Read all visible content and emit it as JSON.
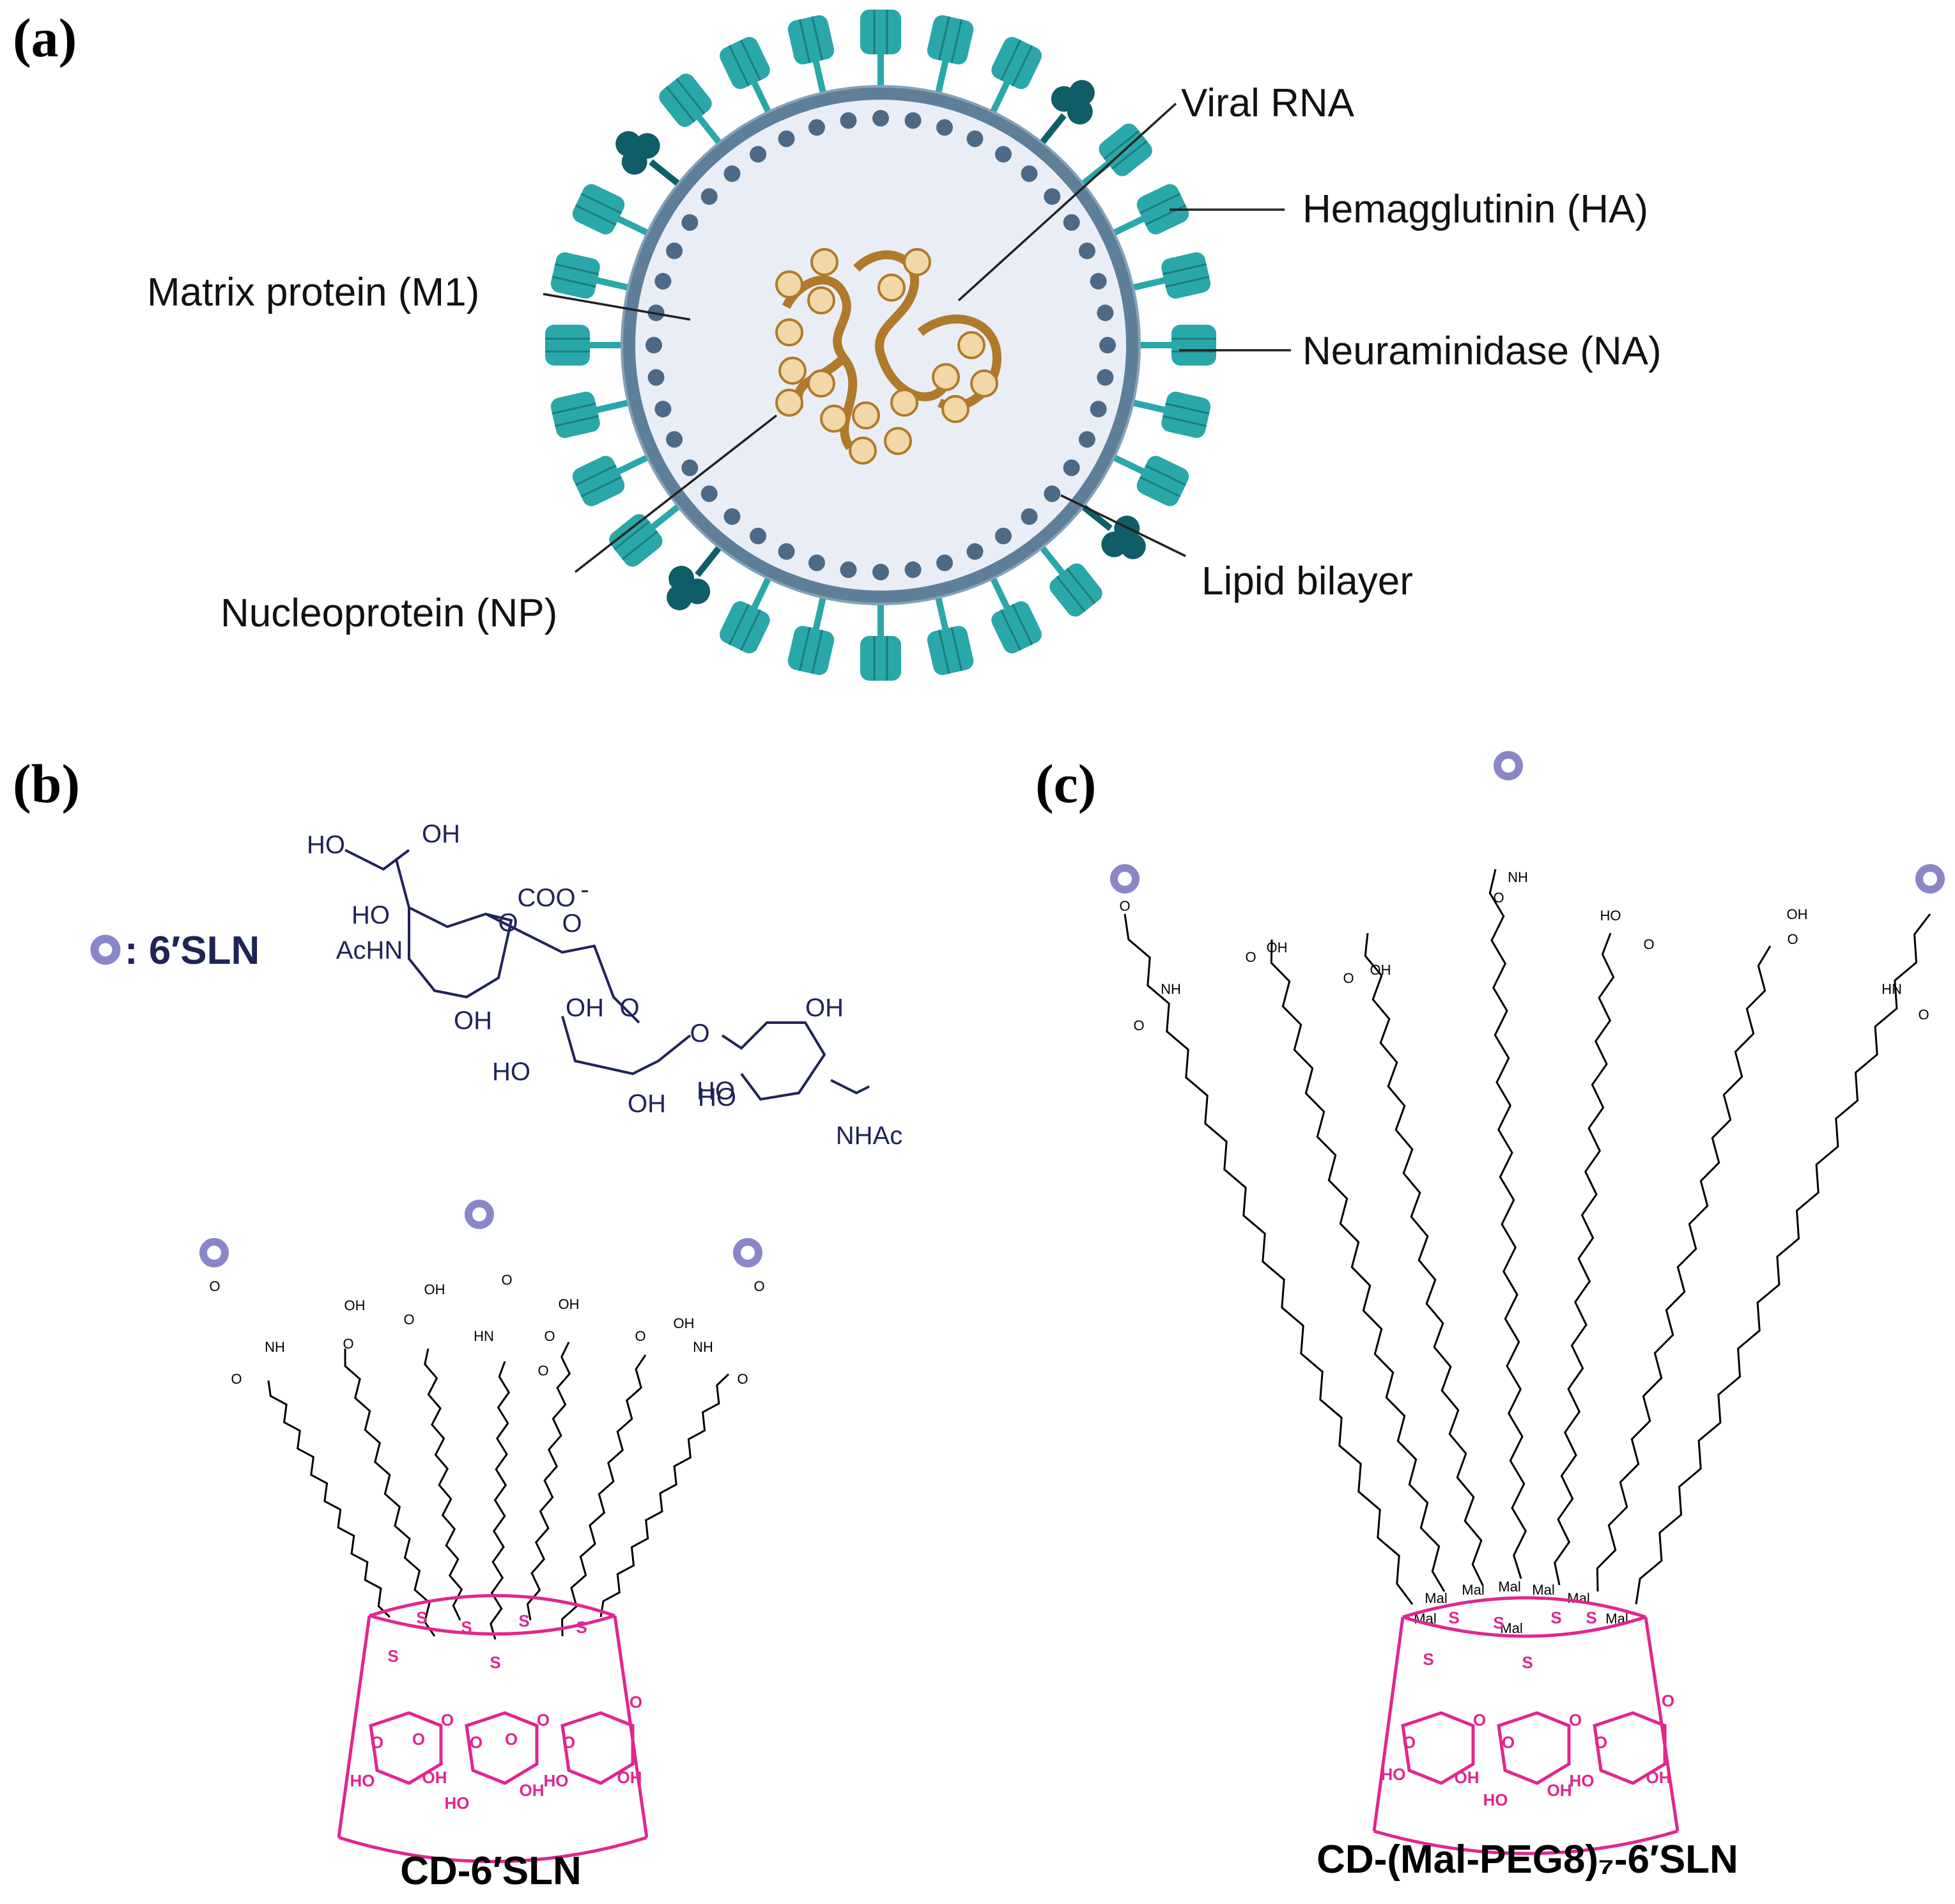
{
  "panels": {
    "a": {
      "letter": "(a)"
    },
    "b": {
      "letter": "(b)"
    },
    "c": {
      "letter": "(c)"
    }
  },
  "virus": {
    "labels": {
      "viral_rna": "Viral RNA",
      "hemagglutinin": "Hemagglutinin (HA)",
      "matrix": "Matrix protein (M1)",
      "neuraminidase": "Neuraminidase (NA)",
      "lipid": "Lipid bilayer",
      "nucleoprotein": "Nucleoprotein (NP)"
    },
    "colors": {
      "ha": "#2aa7a9",
      "na": "#0f5d66",
      "membrane": "#5f7f99",
      "dots": "#4c6a86",
      "interior": "#e9eef6",
      "rna": "#b07a2a",
      "np": "#f2d8a6"
    }
  },
  "key": {
    "symbol_label": ": 6′SLN",
    "symbol_color": "#8b86c9"
  },
  "sln_structure": {
    "labels": [
      "HO",
      "OH",
      "COO",
      "HO",
      "O",
      "AcHN",
      "O",
      "OH",
      "OH",
      "O",
      "OH",
      "HO",
      "O",
      "O",
      "O",
      "HO",
      "OH",
      "HO",
      "NHAc"
    ],
    "charge": "-"
  },
  "cd_6sln": {
    "caption": "CD-6′SLN",
    "chain_labels": [
      "O",
      "NH",
      "O",
      "OH",
      "O",
      "OH",
      "O",
      "O",
      "HN",
      "O",
      "OH",
      "O",
      "OH",
      "O",
      "O",
      "NH",
      "O"
    ],
    "ring_labels": [
      "S",
      "S",
      "S",
      "S",
      "S",
      "S",
      "O",
      "O",
      "O",
      "O",
      "O",
      "O",
      "O",
      "O",
      "HO",
      "OH",
      "HO",
      "OH",
      "HO",
      "OH"
    ]
  },
  "cd_mal_peg8": {
    "caption": "CD-(Mal-PEG8)₇-6′SLN",
    "linker_label": "Mal",
    "chain_labels": [
      "O",
      "NH",
      "O",
      "OH",
      "O",
      "OH",
      "O",
      "NH",
      "O",
      "HO",
      "O",
      "O",
      "OH",
      "HN",
      "O"
    ],
    "ring_labels": [
      "S",
      "S",
      "S",
      "S",
      "S",
      "S",
      "O",
      "O",
      "O",
      "O",
      "O",
      "O",
      "HO",
      "OH",
      "HO",
      "OH",
      "HO",
      "OH"
    ]
  },
  "colors": {
    "magenta": "#e1268f",
    "navy": "#1f2458"
  }
}
